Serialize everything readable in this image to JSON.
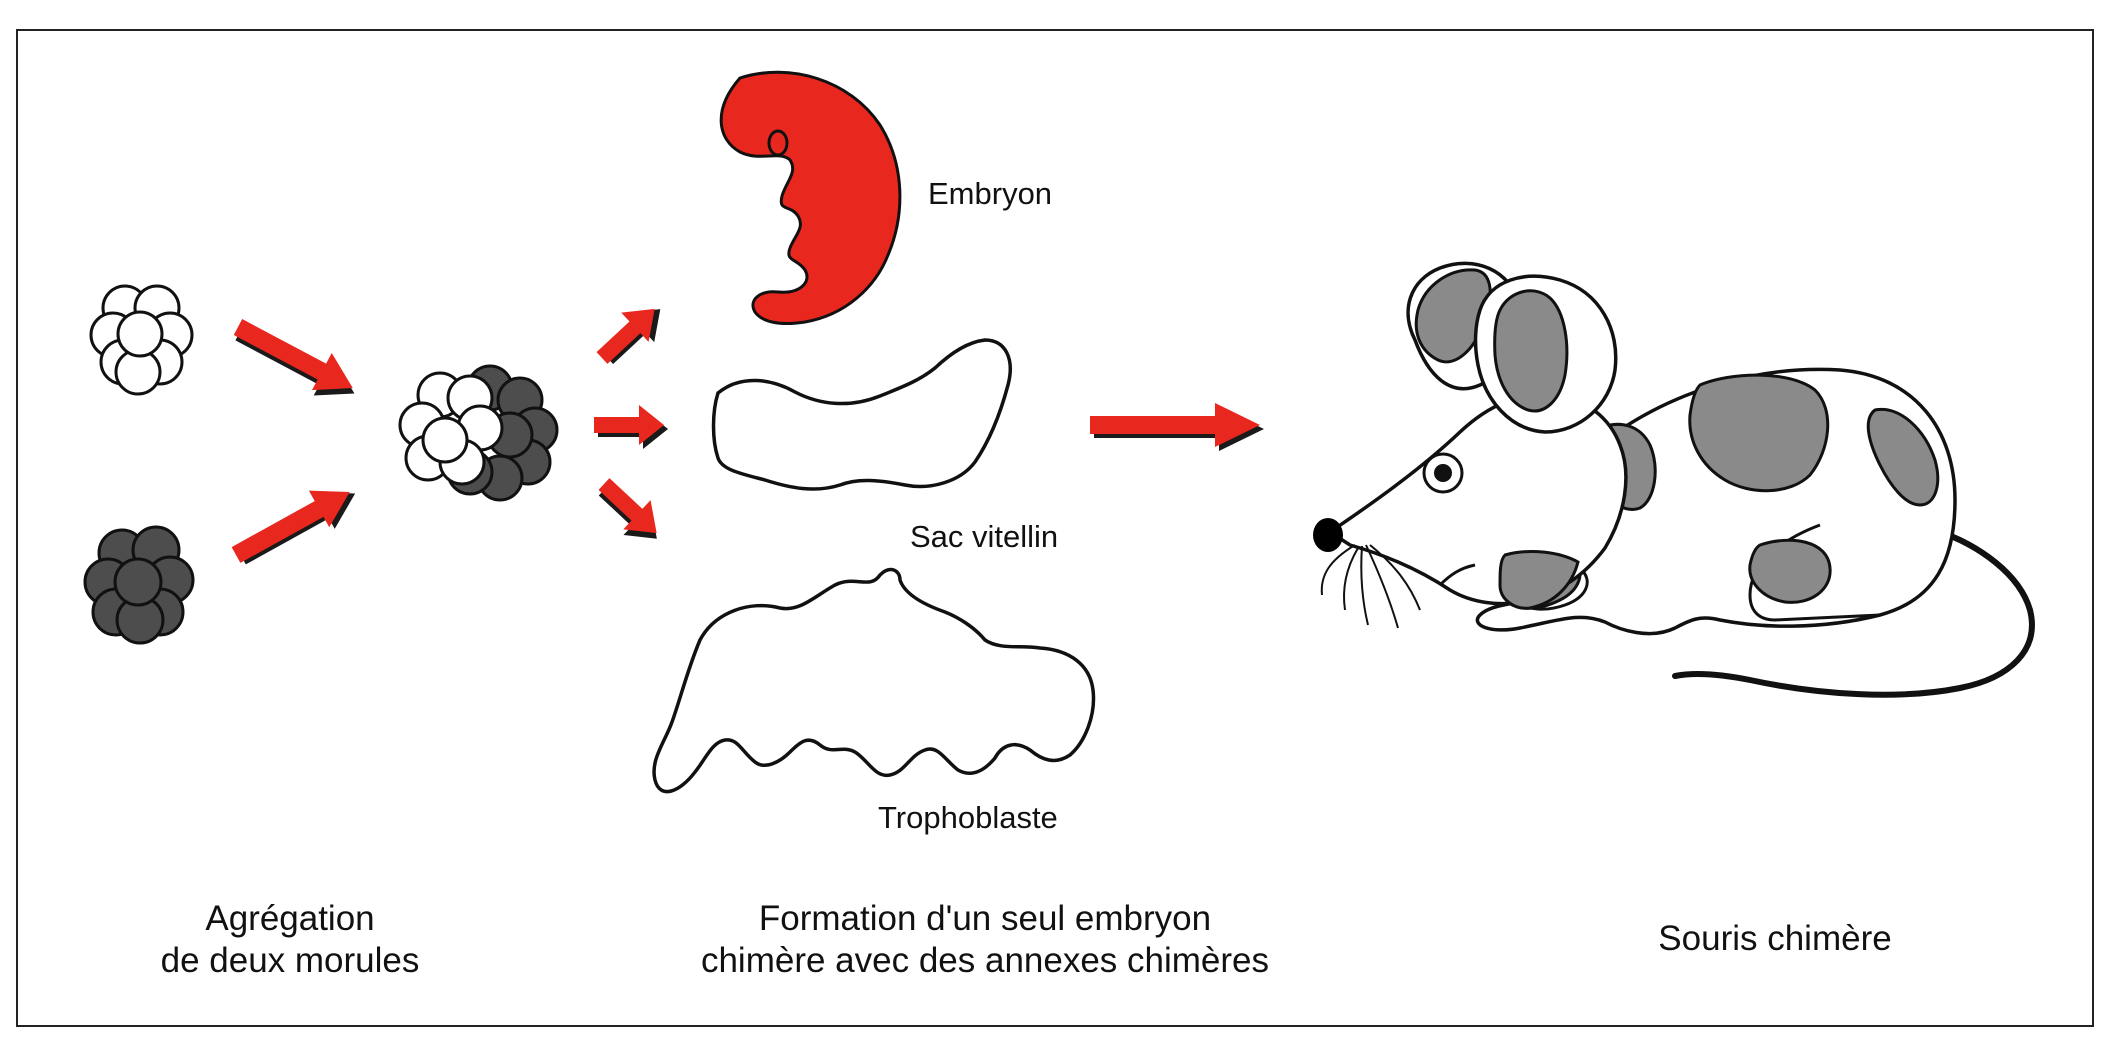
{
  "colors": {
    "accent_red": "#e8281e",
    "arrow_shadow": "#1a1a1a",
    "dark_cell": "#4d4d4d",
    "spot_gray": "#8a8a8a",
    "outline": "#111111"
  },
  "labels": {
    "embryon": "Embryon",
    "sac_vitellin": "Sac vitellin",
    "trophoblaste": "Trophoblaste"
  },
  "captions": {
    "left_line1": "Agrégation",
    "left_line2": "de deux morules",
    "middle_line1": "Formation d'un seul embryon",
    "middle_line2": "chimère avec des annexes chimères",
    "right": "Souris chimère"
  }
}
